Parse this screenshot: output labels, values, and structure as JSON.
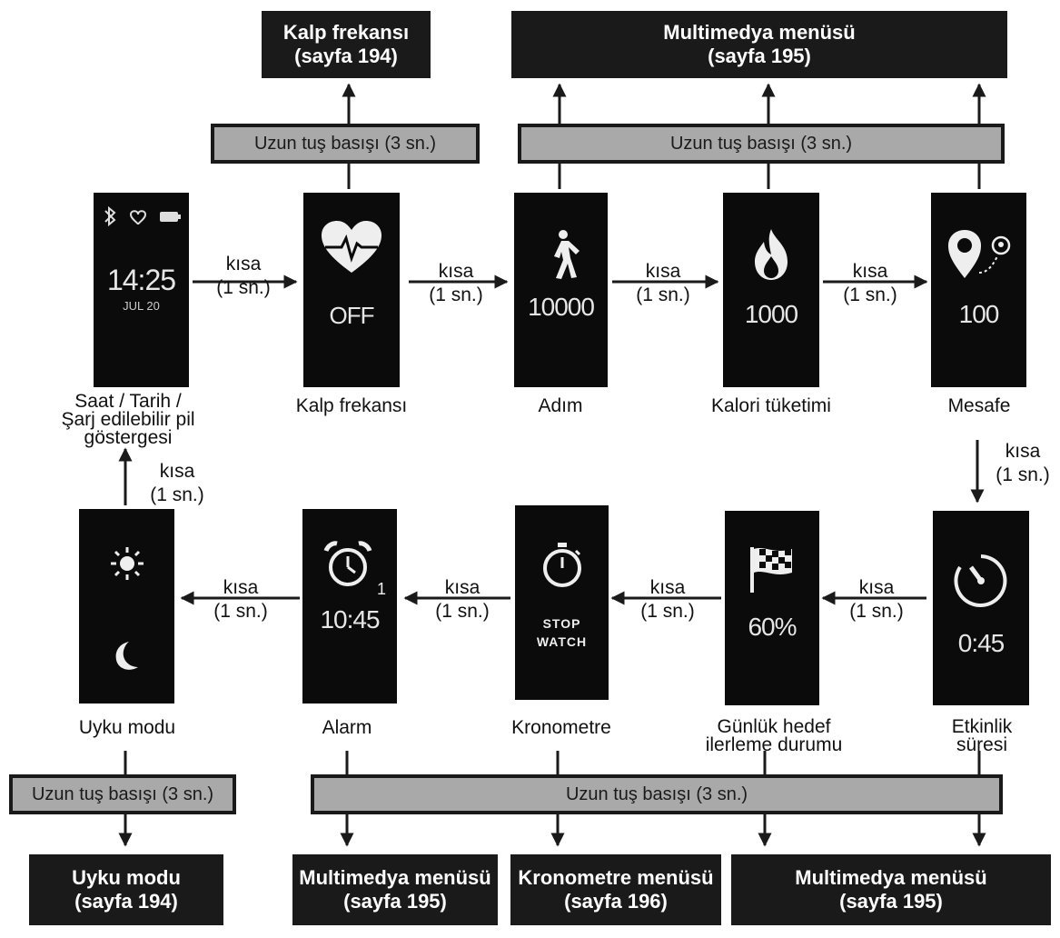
{
  "top_destinations": {
    "heart": {
      "line1": "Kalp frekansı",
      "line2": "(sayfa 194)"
    },
    "multimedia": {
      "line1": "Multimedya menüsü",
      "line2": "(sayfa 195)"
    }
  },
  "bottom_destinations": {
    "sleep": {
      "line1": "Uyku modu",
      "line2": "(sayfa 194)"
    },
    "multimedia_a": {
      "line1": "Multimedya menüsü",
      "line2": "(sayfa 195)"
    },
    "stopwatch": {
      "line1": "Kronometre menüsü",
      "line2": "(sayfa 196)"
    },
    "multimedia_b": {
      "line1": "Multimedya menüsü",
      "line2": "(sayfa 195)"
    }
  },
  "long_press": "Uzun tuş basışı (3 sn.)",
  "short_press": {
    "label": "kısa",
    "duration": "(1 sn.)"
  },
  "screens": {
    "clock": {
      "time": "14:25",
      "date": "JUL 20",
      "caption": [
        "Saat / Tarih /",
        "Şarj edilebilir pil",
        "göstergesi"
      ]
    },
    "heart": {
      "value": "OFF",
      "caption": [
        "Kalp frekansı"
      ]
    },
    "steps": {
      "value": "10000",
      "caption": [
        "Adım"
      ]
    },
    "calories": {
      "value": "1000",
      "caption": [
        "Kalori tüketimi"
      ]
    },
    "distance": {
      "value": "100",
      "caption": [
        "Mesafe"
      ]
    },
    "activity": {
      "value": "0:45",
      "caption": [
        "Etkinlik",
        "süresi"
      ]
    },
    "goal": {
      "value": "60%",
      "caption": [
        "Günlük hedef",
        "ilerleme durumu"
      ]
    },
    "stopwatch": {
      "line1": "STOP",
      "line2": "WATCH",
      "caption": [
        "Kronometre"
      ]
    },
    "alarm": {
      "value": "10:45",
      "badge": "1",
      "caption": [
        "Alarm"
      ]
    },
    "sleep": {
      "caption": [
        "Uyku modu"
      ]
    }
  },
  "icons": {
    "clock": [
      "bluetooth-icon",
      "heart-outline-icon",
      "battery-icon"
    ],
    "heart": "heart-pulse-icon",
    "steps": "walking-person-icon",
    "calories": "flame-icon",
    "distance": "location-pin-icon",
    "activity": "timer-icon",
    "goal": "checkered-flag-icon",
    "stopwatch": "stopwatch-icon",
    "alarm": "alarm-clock-icon",
    "sleep": [
      "sun-icon",
      "moon-icon"
    ]
  },
  "colors": {
    "dark": "#1a1a1a",
    "gray": "#a9a9a9",
    "screen": "#0b0b0b",
    "white": "#ffffff"
  }
}
